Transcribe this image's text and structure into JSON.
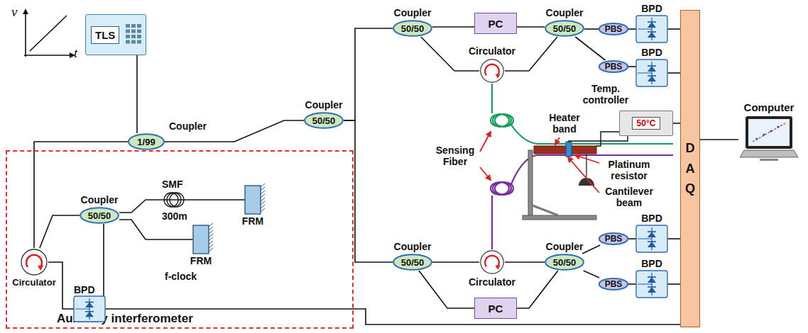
{
  "diagram": {
    "nodes": [
      {
        "text": [
          "TLS"
        ]
      },
      {
        "text": [
          "Coupler",
          "1/99"
        ]
      },
      {
        "text": [
          "Auxiliary interferometer"
        ]
      },
      {
        "text": [
          "Circulator"
        ],
        "in": 2
      },
      {
        "text": [
          "Coupler",
          "50/50"
        ],
        "in": 2
      },
      {
        "text": [
          "FRM"
        ],
        "in": 2
      },
      {
        "text": [
          "FRM"
        ],
        "in": 2
      },
      {
        "text": [
          "BPD"
        ],
        "in": 2
      },
      {
        "text": [
          "Coupler",
          "50/50"
        ]
      },
      {
        "text": [
          "Coupler",
          "50/50"
        ]
      },
      {
        "text": [
          "PC"
        ]
      },
      {
        "text": [
          "Circulator"
        ]
      },
      {
        "text": [
          "Coupler",
          "50/50"
        ]
      },
      {
        "text": [
          "PBS"
        ]
      },
      {
        "text": [
          "PBS"
        ]
      },
      {
        "text": [
          "BPD"
        ]
      },
      {
        "text": [
          "BPD"
        ]
      },
      {
        "text": [
          "Temp. controller",
          "50°C"
        ]
      },
      {
        "text": [
          "Coupler",
          "50/50"
        ]
      },
      {
        "text": [
          "Circulator"
        ]
      },
      {
        "text": [
          "PC"
        ]
      },
      {
        "text": [
          "Coupler",
          "50/50"
        ]
      },
      {
        "text": [
          "PBS"
        ]
      },
      {
        "text": [
          "PBS"
        ]
      },
      {
        "text": [
          "BPD"
        ]
      },
      {
        "text": [
          "BPD"
        ]
      },
      {
        "text": [
          "DAQ"
        ]
      },
      {
        "text": [
          "Computer"
        ]
      }
    ],
    "edges": [
      {
        "from": 0,
        "to": 1,
        "arrow": "none"
      },
      {
        "from": 1,
        "to": 3,
        "arrow": "none"
      },
      {
        "from": 1,
        "to": 8,
        "arrow": "none"
      },
      {
        "from": 3,
        "to": 4,
        "arrow": "none"
      },
      {
        "from": 4,
        "to": 5,
        "arrow": "none"
      },
      {
        "from": 4,
        "to": 6,
        "arrow": "none"
      },
      {
        "from": 3,
        "to": 7,
        "arrow": "none"
      },
      {
        "from": 4,
        "to": 7,
        "arrow": "none"
      },
      {
        "from": 7,
        "to": 26,
        "arrow": "none"
      },
      {
        "from": 8,
        "to": 9,
        "arrow": "none"
      },
      {
        "from": 8,
        "to": 18,
        "arrow": "none"
      },
      {
        "from": 9,
        "to": 10,
        "arrow": "none"
      },
      {
        "from": 9,
        "to": 11,
        "arrow": "none"
      },
      {
        "from": 10,
        "to": 12,
        "arrow": "none"
      },
      {
        "from": 11,
        "to": 12,
        "arrow": "none"
      },
      {
        "from": 12,
        "to": 13,
        "arrow": "none"
      },
      {
        "from": 12,
        "to": 14,
        "arrow": "none"
      },
      {
        "from": 13,
        "to": 15,
        "arrow": "none"
      },
      {
        "from": 14,
        "to": 16,
        "arrow": "none"
      },
      {
        "from": 15,
        "to": 26,
        "arrow": "none"
      },
      {
        "from": 16,
        "to": 26,
        "arrow": "none"
      },
      {
        "from": 17,
        "to": 26,
        "arrow": "none"
      },
      {
        "from": 18,
        "to": 19,
        "arrow": "none"
      },
      {
        "from": 18,
        "to": 20,
        "arrow": "none"
      },
      {
        "from": 19,
        "to": 21,
        "arrow": "none"
      },
      {
        "from": 20,
        "to": 21,
        "arrow": "none"
      },
      {
        "from": 21,
        "to": 22,
        "arrow": "none"
      },
      {
        "from": 21,
        "to": 23,
        "arrow": "none"
      },
      {
        "from": 22,
        "to": 24,
        "arrow": "none"
      },
      {
        "from": 23,
        "to": 25,
        "arrow": "none"
      },
      {
        "from": 24,
        "to": 26,
        "arrow": "none"
      },
      {
        "from": 25,
        "to": 26,
        "arrow": "none"
      },
      {
        "from": 26,
        "to": 27,
        "arrow": "none"
      }
    ],
    "labels": [
      "ν",
      "t",
      "SMF",
      "300m",
      "f-clock",
      "Sensing Fiber",
      "Heater band",
      "Platinum resistor",
      "Cantilever beam"
    ]
  }
}
